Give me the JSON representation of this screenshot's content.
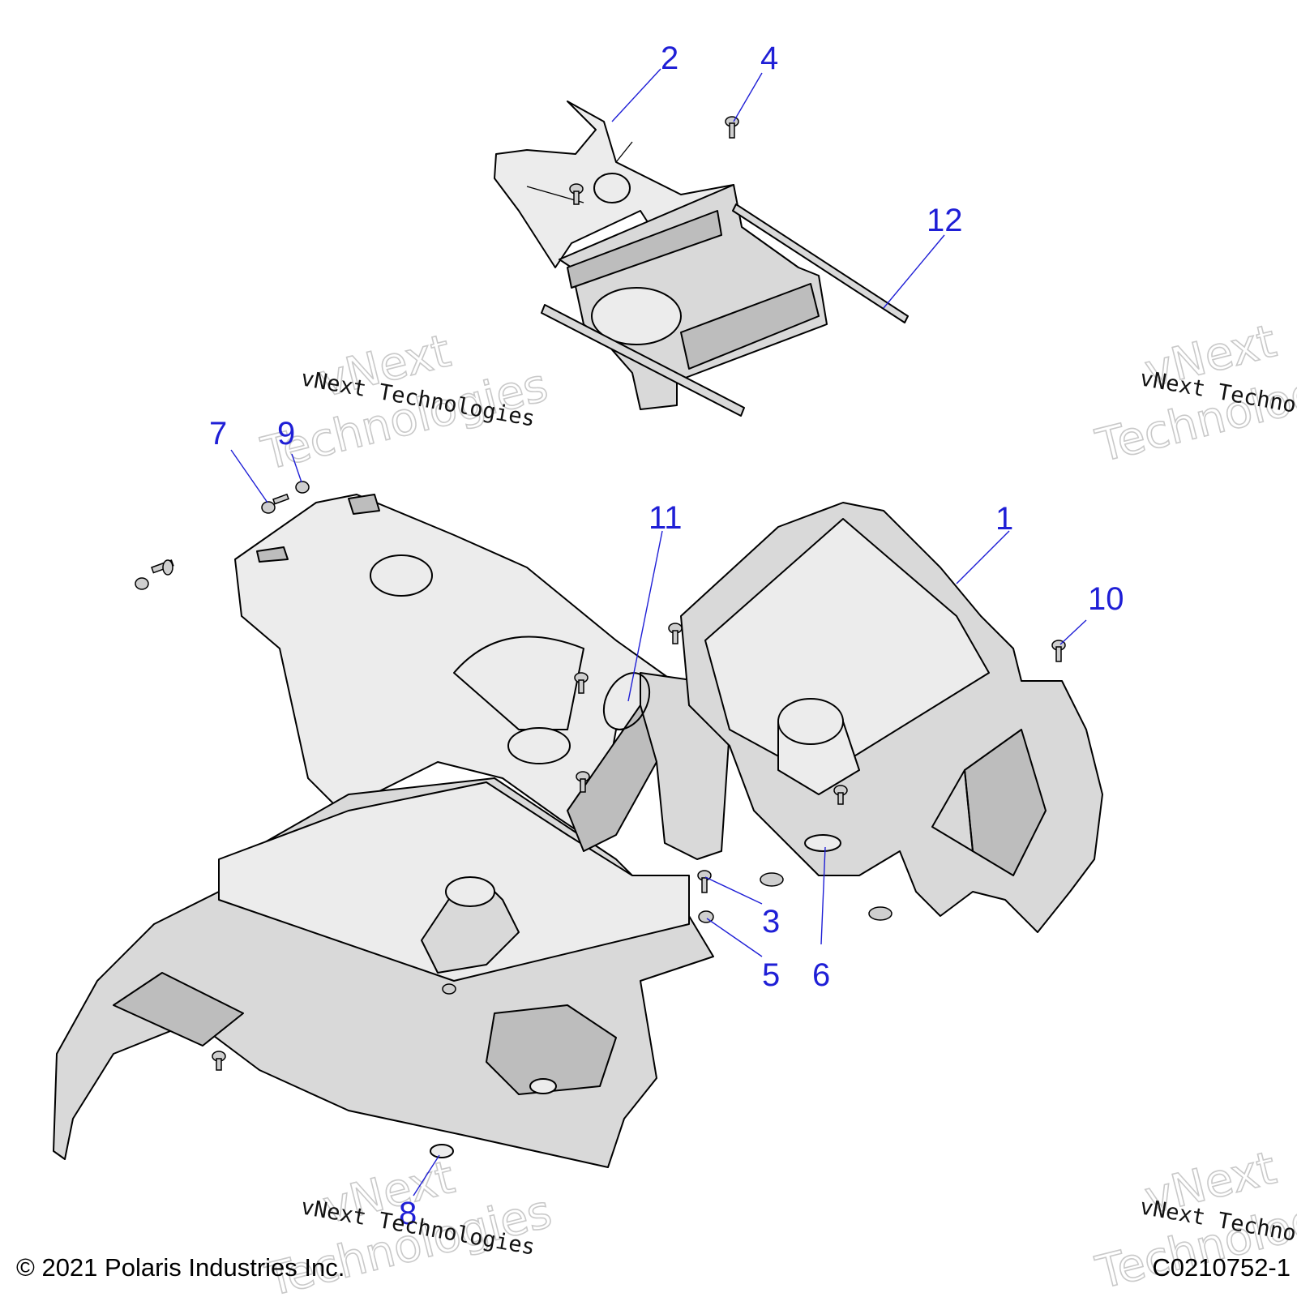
{
  "callouts": [
    {
      "id": "1",
      "label": "1"
    },
    {
      "id": "2",
      "label": "2"
    },
    {
      "id": "3",
      "label": "3"
    },
    {
      "id": "4",
      "label": "4"
    },
    {
      "id": "5",
      "label": "5"
    },
    {
      "id": "6",
      "label": "6"
    },
    {
      "id": "7",
      "label": "7"
    },
    {
      "id": "8",
      "label": "8"
    },
    {
      "id": "9",
      "label": "9"
    },
    {
      "id": "10",
      "label": "10"
    },
    {
      "id": "11",
      "label": "11"
    },
    {
      "id": "12",
      "label": "12"
    }
  ],
  "watermark": {
    "line": "vNext Technologies",
    "big_top": "vNext",
    "big_bottom": "Technologies"
  },
  "footer": {
    "copyright": "© 2021 Polaris Industries Inc.",
    "figure_id": "C0210752-1"
  },
  "colors": {
    "callout": "#1f1fd6",
    "part_fill": "#d9d9d9",
    "outline": "#000000"
  }
}
